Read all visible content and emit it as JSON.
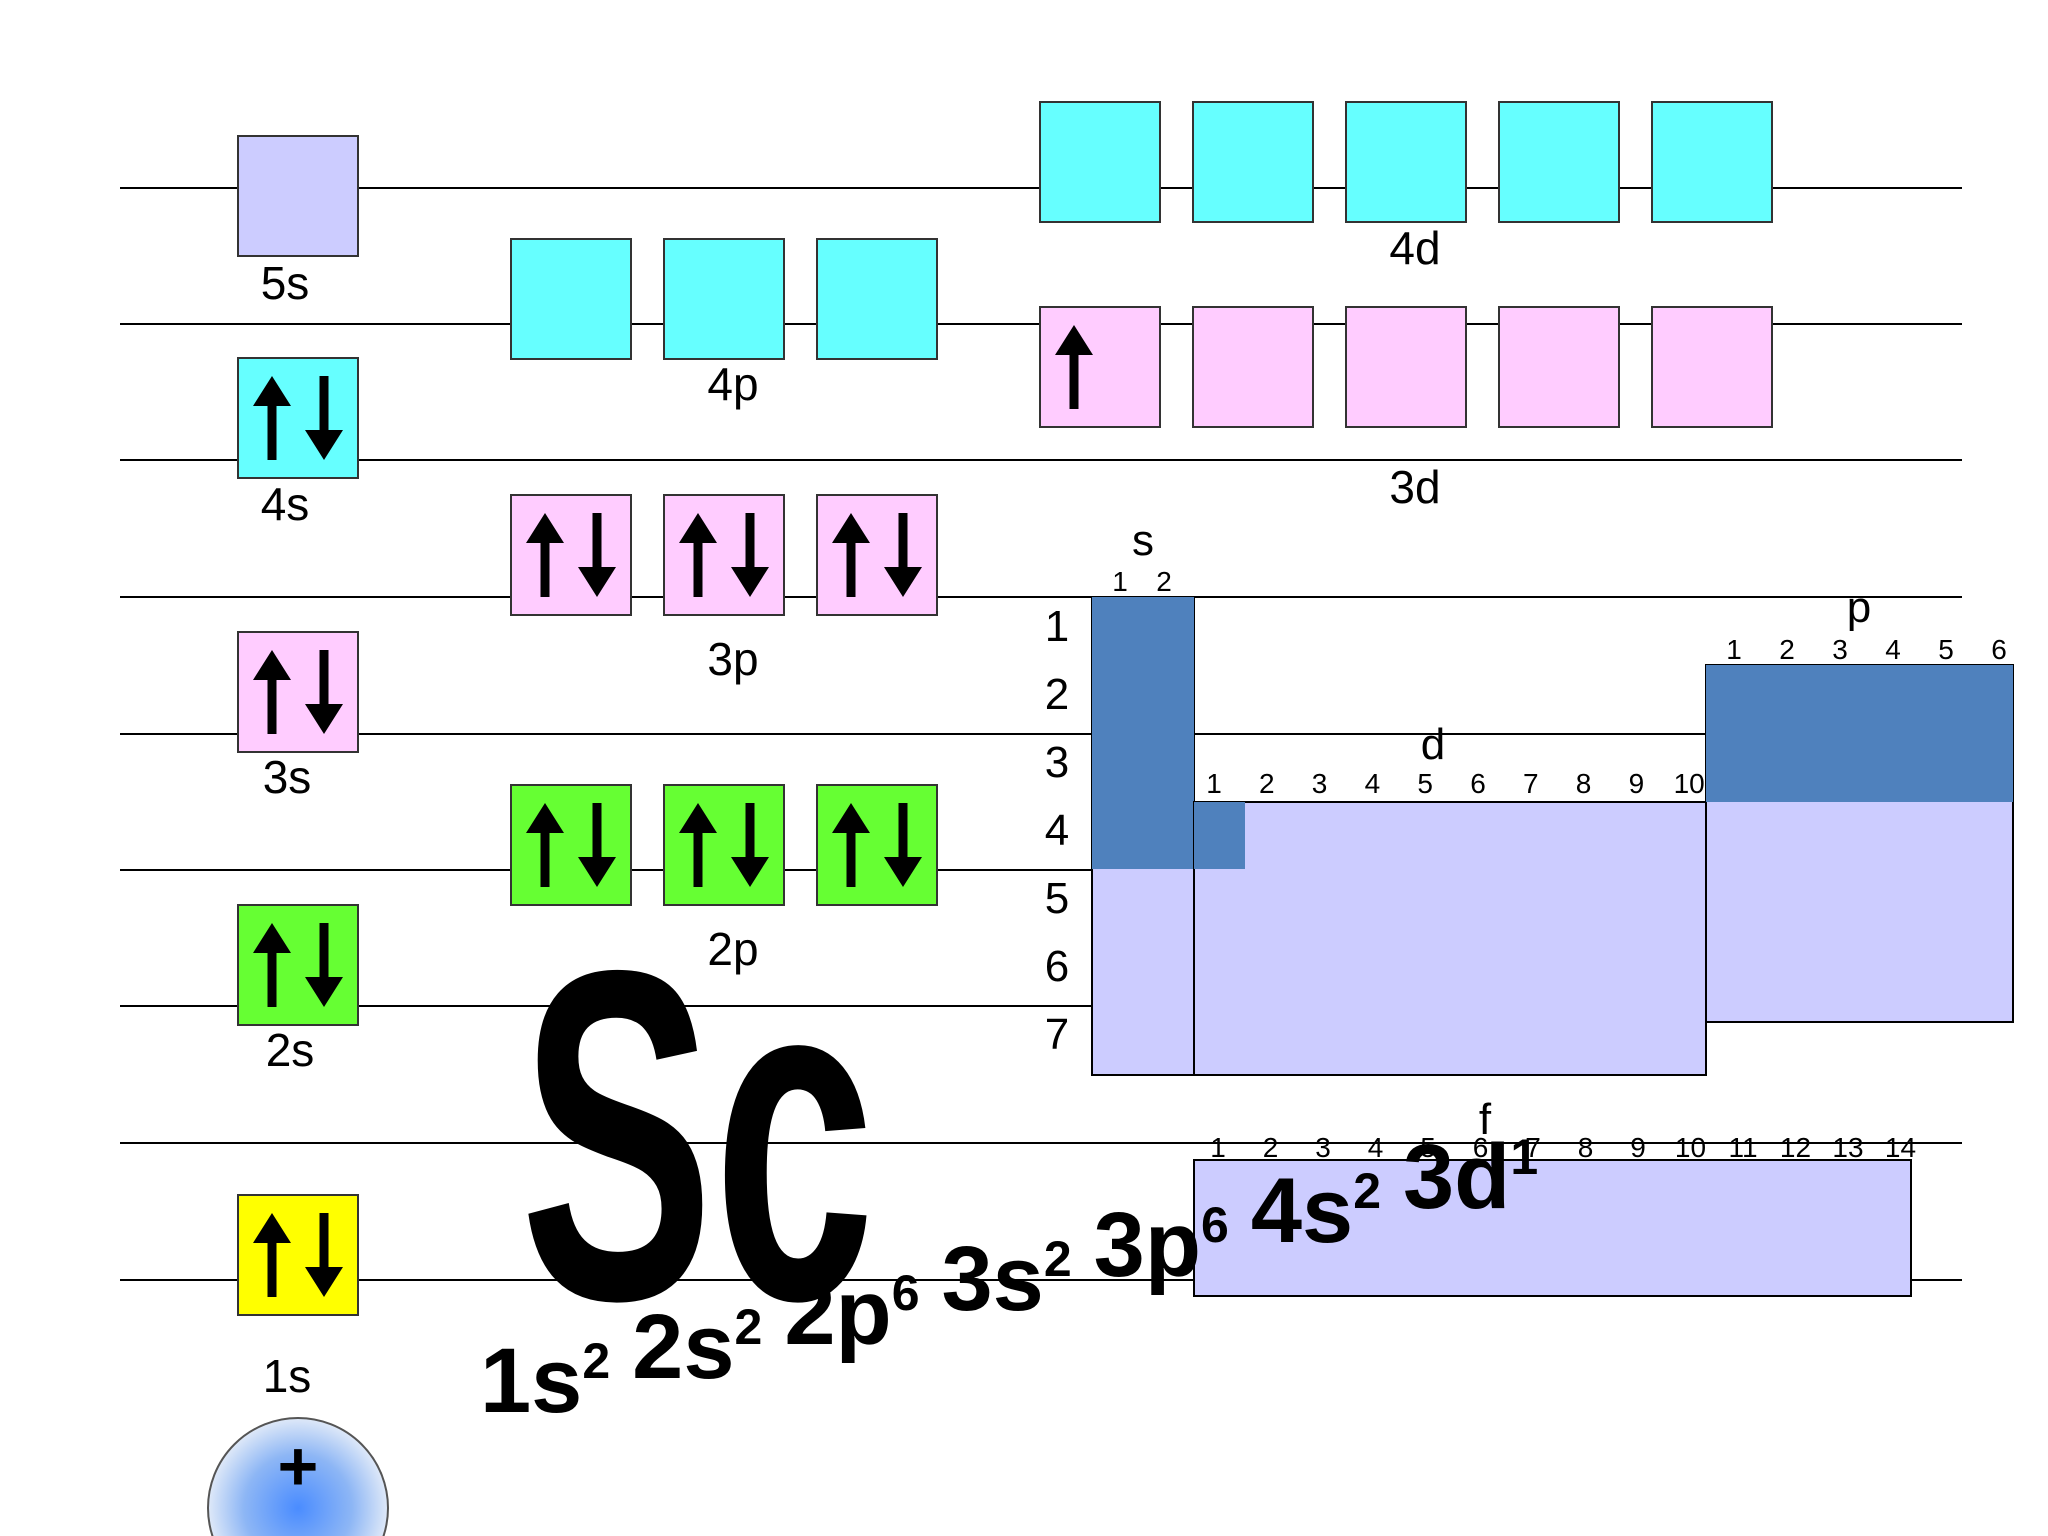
{
  "element": {
    "symbol": "Sc",
    "configuration": [
      {
        "orbital": "1s",
        "electrons": "2"
      },
      {
        "orbital": "2s",
        "electrons": "2"
      },
      {
        "orbital": "2p",
        "electrons": "6"
      },
      {
        "orbital": "3s",
        "electrons": "2"
      },
      {
        "orbital": "3p",
        "electrons": "6"
      },
      {
        "orbital": "4s",
        "electrons": "2"
      },
      {
        "orbital": "3d",
        "electrons": "1"
      }
    ]
  },
  "orbitals": [
    {
      "label": "1s",
      "color": "#ffff00",
      "electrons": [
        2
      ]
    },
    {
      "label": "2s",
      "color": "#66ff33",
      "electrons": [
        2
      ]
    },
    {
      "label": "2p",
      "color": "#66ff33",
      "electrons": [
        2,
        2,
        2
      ]
    },
    {
      "label": "3s",
      "color": "#ffccff",
      "electrons": [
        2
      ]
    },
    {
      "label": "3p",
      "color": "#ffccff",
      "electrons": [
        2,
        2,
        2
      ]
    },
    {
      "label": "4s",
      "color": "#66ffff",
      "electrons": [
        2
      ]
    },
    {
      "label": "3d",
      "color": "#ffccff",
      "electrons": [
        1,
        0,
        0,
        0,
        0
      ]
    },
    {
      "label": "4p",
      "color": "#66ffff",
      "electrons": [
        0,
        0,
        0
      ]
    },
    {
      "label": "5s",
      "color": "#ccccff",
      "electrons": [
        0
      ]
    },
    {
      "label": "4d",
      "color": "#66ffff",
      "electrons": [
        0,
        0,
        0,
        0,
        0
      ]
    }
  ],
  "nucleus": {
    "symbol": "+"
  },
  "periodic_table": {
    "s_block": {
      "label": "s",
      "columns": [
        "1",
        "2"
      ]
    },
    "p_block": {
      "label": "p",
      "columns": [
        "1",
        "2",
        "3",
        "4",
        "5",
        "6"
      ]
    },
    "d_block": {
      "label": "d",
      "columns": [
        "1",
        "2",
        "3",
        "4",
        "5",
        "6",
        "7",
        "8",
        "9",
        "10"
      ]
    },
    "f_block": {
      "label": "f",
      "columns": [
        "1",
        "2",
        "3",
        "4",
        "5",
        "6",
        "7",
        "8",
        "9",
        "10",
        "11",
        "12",
        "13",
        "14"
      ]
    },
    "periods": [
      "1",
      "2",
      "3",
      "4",
      "5",
      "6",
      "7"
    ],
    "filled_color": "#4f81bd",
    "empty_color": "#ccccff"
  }
}
